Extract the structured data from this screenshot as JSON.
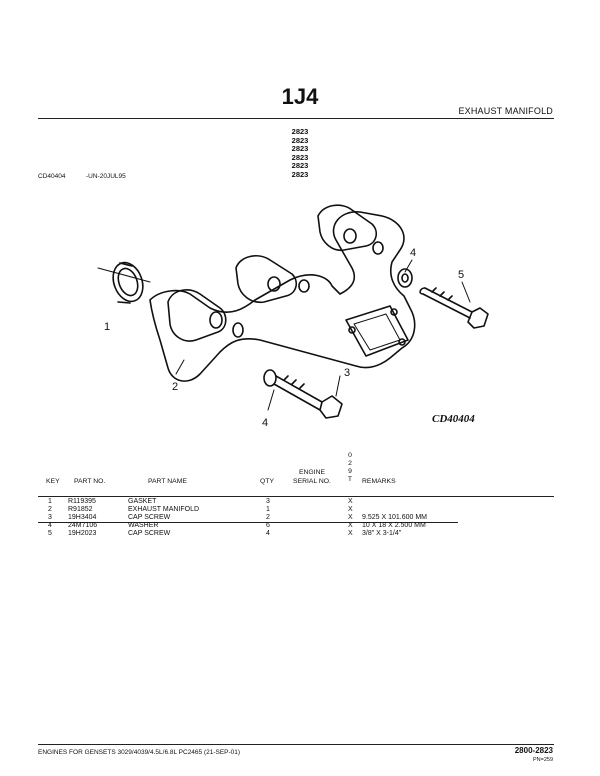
{
  "header": {
    "page_code": "1J4",
    "section_title": "EXHAUST MANIFOLD",
    "serials": [
      "2823",
      "2823",
      "2823",
      "2823",
      "2823",
      "2823"
    ]
  },
  "figure": {
    "id": "CD40404",
    "date_stamp": "-UN-20JUL95",
    "caption": "CD40404",
    "callouts": [
      "1",
      "2",
      "3",
      "4",
      "4",
      "5"
    ]
  },
  "table": {
    "headers": {
      "key": "KEY",
      "part_no": "PART NO.",
      "part_name": "PART NAME",
      "qty": "QTY",
      "engine": "ENGINE",
      "serial": "SERIAL NO.",
      "code": [
        "0",
        "2",
        "9",
        "T"
      ],
      "remarks": "REMARKS"
    },
    "rows": [
      {
        "key": "1",
        "part_no": "R119395",
        "part_name": "GASKET",
        "qty": "3",
        "code": "X",
        "remarks": ""
      },
      {
        "key": "2",
        "part_no": "R91852",
        "part_name": "EXHAUST MANIFOLD",
        "qty": "1",
        "code": "X",
        "remarks": ""
      },
      {
        "key": "3",
        "part_no": "19H3404",
        "part_name": "CAP SCREW",
        "qty": "2",
        "code": "X",
        "remarks": "9.525 X 101.600 MM"
      },
      {
        "key": "4",
        "part_no": "24M7106",
        "part_name": "WASHER",
        "qty": "6",
        "code": "X",
        "remarks": "10 X 18 X 2.500 MM"
      },
      {
        "key": "5",
        "part_no": "19H2023",
        "part_name": "CAP SCREW",
        "qty": "4",
        "code": "X",
        "remarks": "3/8\" X 3-1/4\""
      }
    ]
  },
  "footer": {
    "left": "ENGINES FOR GENSETS 3029/4039/4.5L/6.8L   PC2465     (21-SEP-01)",
    "page_ref": "2800-2823",
    "sub_ref": "PN=259"
  }
}
